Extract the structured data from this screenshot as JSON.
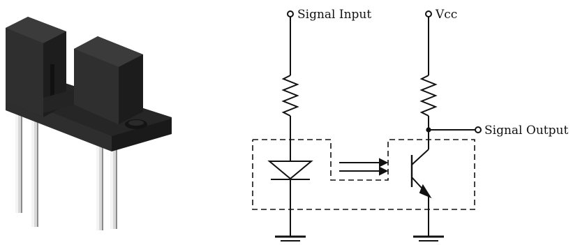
{
  "figure": {
    "component_image": {
      "name": "slotted optical switch 3D view"
    },
    "schematic": {
      "signal_input_label": "Signal Input",
      "vcc_label": "Vcc",
      "signal_output_label": "Signal Output"
    }
  },
  "colors": {
    "line": "#111111",
    "housing_dark": "#1f1f1f",
    "housing_mid": "#2c2c2c",
    "housing_light": "#3a3a3a",
    "pin_light": "#e8e8e8",
    "pin_shadow": "#8a8a8a"
  }
}
